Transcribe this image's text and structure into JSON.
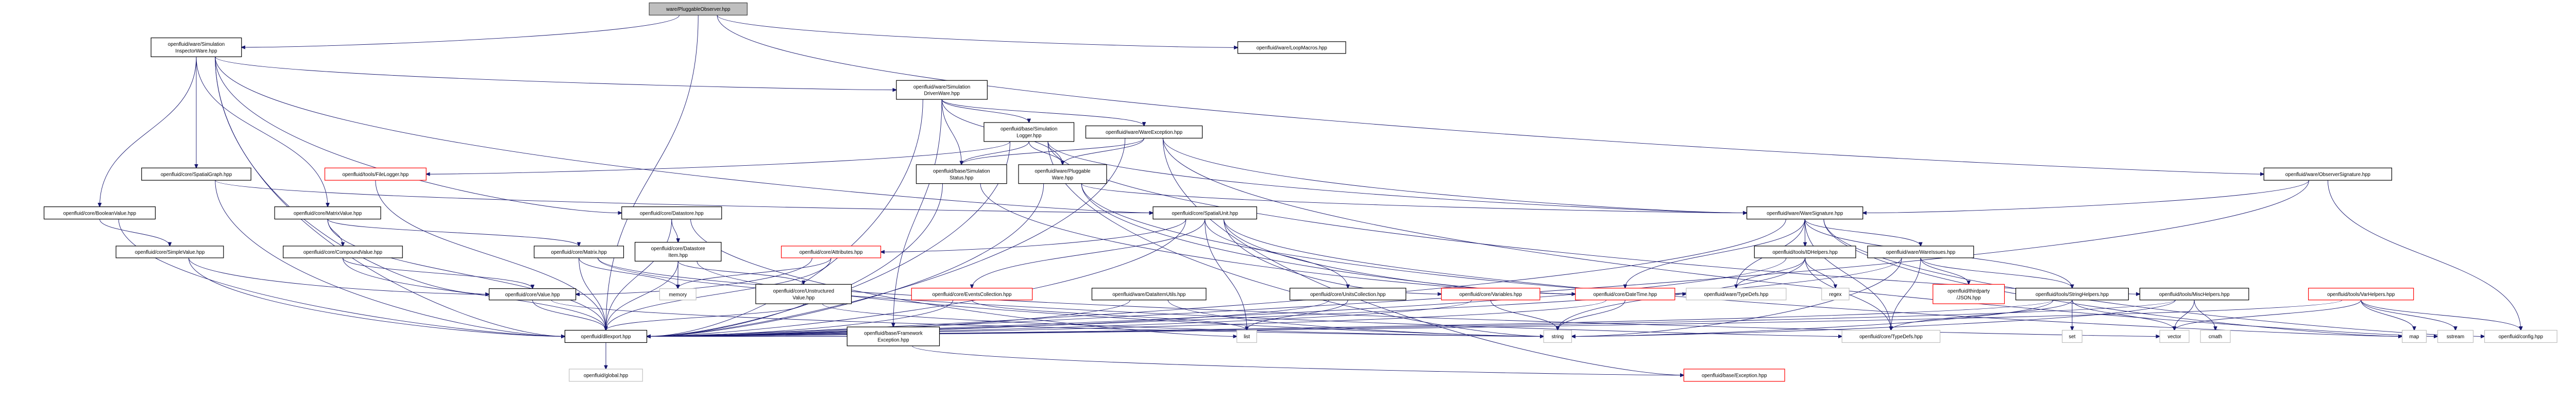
{
  "graph": {
    "colors": {
      "edge": "#191970",
      "root_fill": "#bfbfbf",
      "truncated_border": "#ff0000",
      "external_border": "#bfbfbf",
      "normal_border": "#000000"
    },
    "nodes": [
      {
        "id": "root",
        "lines": [
          "ware/PluggableObserver.hpp"
        ],
        "style": "root"
      },
      {
        "id": "siw",
        "lines": [
          "openfluid/ware/Simulation",
          "InspectorWare.hpp"
        ],
        "style": "normal"
      },
      {
        "id": "loop",
        "lines": [
          "openfluid/ware/LoopMacros.hpp"
        ],
        "style": "normal"
      },
      {
        "id": "sdw",
        "lines": [
          "openfluid/ware/Simulation",
          "DrivenWare.hpp"
        ],
        "style": "normal"
      },
      {
        "id": "slog",
        "lines": [
          "openfluid/base/Simulation",
          "Logger.hpp"
        ],
        "style": "normal"
      },
      {
        "id": "wexc",
        "lines": [
          "openfluid/ware/WareException.hpp"
        ],
        "style": "normal"
      },
      {
        "id": "sstat",
        "lines": [
          "openfluid/base/Simulation",
          "Status.hpp"
        ],
        "style": "normal"
      },
      {
        "id": "pware",
        "lines": [
          "openfluid/ware/Pluggable",
          "Ware.hpp"
        ],
        "style": "normal"
      },
      {
        "id": "osig",
        "lines": [
          "openfluid/ware/ObserverSignature.hpp"
        ],
        "style": "normal"
      },
      {
        "id": "sgraph",
        "lines": [
          "openfluid/core/SpatialGraph.hpp"
        ],
        "style": "normal"
      },
      {
        "id": "flog",
        "lines": [
          "openfluid/tools/FileLogger.hpp"
        ],
        "style": "truncated"
      },
      {
        "id": "bval",
        "lines": [
          "openfluid/core/BooleanValue.hpp"
        ],
        "style": "normal"
      },
      {
        "id": "mval",
        "lines": [
          "openfluid/core/MatrixValue.hpp"
        ],
        "style": "normal"
      },
      {
        "id": "dstore",
        "lines": [
          "openfluid/core/Datastore.hpp"
        ],
        "style": "normal"
      },
      {
        "id": "sunit",
        "lines": [
          "openfluid/core/SpatialUnit.hpp"
        ],
        "style": "normal"
      },
      {
        "id": "wsig",
        "lines": [
          "openfluid/ware/WareSignature.hpp"
        ],
        "style": "normal"
      },
      {
        "id": "sval",
        "lines": [
          "openfluid/core/SimpleValue.hpp"
        ],
        "style": "normal"
      },
      {
        "id": "cval",
        "lines": [
          "openfluid/core/CompoundValue.hpp"
        ],
        "style": "normal"
      },
      {
        "id": "matrix",
        "lines": [
          "openfluid/core/Matrix.hpp"
        ],
        "style": "normal"
      },
      {
        "id": "dsitem",
        "lines": [
          "openfluid/core/Datastore",
          "Item.hpp"
        ],
        "style": "normal"
      },
      {
        "id": "attr",
        "lines": [
          "openfluid/core/Attributes.hpp"
        ],
        "style": "truncated"
      },
      {
        "id": "idh",
        "lines": [
          "openfluid/tools/IDHelpers.hpp"
        ],
        "style": "normal"
      },
      {
        "id": "wiss",
        "lines": [
          "openfluid/ware/WareIssues.hpp"
        ],
        "style": "normal"
      },
      {
        "id": "value",
        "lines": [
          "openfluid/core/Value.hpp"
        ],
        "style": "normal"
      },
      {
        "id": "memory",
        "lines": [
          "memory"
        ],
        "style": "external"
      },
      {
        "id": "uval",
        "lines": [
          "openfluid/core/Unstructured",
          "Value.hpp"
        ],
        "style": "normal"
      },
      {
        "id": "evcol",
        "lines": [
          "openfluid/core/EventsCollection.hpp"
        ],
        "style": "truncated"
      },
      {
        "id": "diu",
        "lines": [
          "openfluid/ware/DataItemUtils.hpp"
        ],
        "style": "normal"
      },
      {
        "id": "ucol",
        "lines": [
          "openfluid/core/UnitsCollection.hpp"
        ],
        "style": "normal"
      },
      {
        "id": "vars",
        "lines": [
          "openfluid/core/Variables.hpp"
        ],
        "style": "truncated"
      },
      {
        "id": "dtime",
        "lines": [
          "openfluid/core/DateTime.hpp"
        ],
        "style": "truncated"
      },
      {
        "id": "wtd",
        "lines": [
          "openfluid/ware/TypeDefs.hpp"
        ],
        "style": "external"
      },
      {
        "id": "regex",
        "lines": [
          "regex"
        ],
        "style": "external"
      },
      {
        "id": "json",
        "lines": [
          "openfluid/thirdparty",
          "/JSON.hpp"
        ],
        "style": "truncated"
      },
      {
        "id": "strh",
        "lines": [
          "openfluid/tools/StringHelpers.hpp"
        ],
        "style": "normal"
      },
      {
        "id": "misch",
        "lines": [
          "openfluid/tools/MiscHelpers.hpp"
        ],
        "style": "normal"
      },
      {
        "id": "varh",
        "lines": [
          "openfluid/tools/VarHelpers.hpp"
        ],
        "style": "truncated"
      },
      {
        "id": "dll",
        "lines": [
          "openfluid/dllexport.hpp"
        ],
        "style": "normal"
      },
      {
        "id": "fexc",
        "lines": [
          "openfluid/base/Framework",
          "Exception.hpp"
        ],
        "style": "normal"
      },
      {
        "id": "list",
        "lines": [
          "list"
        ],
        "style": "external"
      },
      {
        "id": "string",
        "lines": [
          "string"
        ],
        "style": "external"
      },
      {
        "id": "ctd",
        "lines": [
          "openfluid/core/TypeDefs.hpp"
        ],
        "style": "external"
      },
      {
        "id": "set",
        "lines": [
          "set"
        ],
        "style": "external"
      },
      {
        "id": "vector",
        "lines": [
          "vector"
        ],
        "style": "external"
      },
      {
        "id": "cmath",
        "lines": [
          "cmath"
        ],
        "style": "external"
      },
      {
        "id": "map",
        "lines": [
          "map"
        ],
        "style": "external"
      },
      {
        "id": "sstream",
        "lines": [
          "sstream"
        ],
        "style": "external"
      },
      {
        "id": "config",
        "lines": [
          "openfluid/config.hpp"
        ],
        "style": "external"
      },
      {
        "id": "global",
        "lines": [
          "openfluid/global.hpp"
        ],
        "style": "external"
      },
      {
        "id": "bexc",
        "lines": [
          "openfluid/base/Exception.hpp"
        ],
        "style": "truncated"
      }
    ],
    "edges": [
      [
        "root",
        "siw"
      ],
      [
        "root",
        "loop"
      ],
      [
        "root",
        "osig"
      ],
      [
        "root",
        "dll"
      ],
      [
        "siw",
        "sdw"
      ],
      [
        "siw",
        "sgraph"
      ],
      [
        "siw",
        "bval"
      ],
      [
        "siw",
        "mval"
      ],
      [
        "siw",
        "dstore"
      ],
      [
        "siw",
        "dll"
      ],
      [
        "siw",
        "sunit"
      ],
      [
        "siw",
        "value"
      ],
      [
        "sdw",
        "slog"
      ],
      [
        "sdw",
        "wexc"
      ],
      [
        "sdw",
        "sstat"
      ],
      [
        "sdw",
        "pware"
      ],
      [
        "sdw",
        "fexc"
      ],
      [
        "sdw",
        "dll"
      ],
      [
        "slog",
        "flog"
      ],
      [
        "slog",
        "sstat"
      ],
      [
        "slog",
        "pware"
      ],
      [
        "slog",
        "dll"
      ],
      [
        "slog",
        "string"
      ],
      [
        "slog",
        "misch"
      ],
      [
        "slog",
        "wsig"
      ],
      [
        "wexc",
        "sstat"
      ],
      [
        "wexc",
        "pware"
      ],
      [
        "wexc",
        "wsig"
      ],
      [
        "wexc",
        "bexc"
      ],
      [
        "wexc",
        "dll"
      ],
      [
        "wexc",
        "sstream"
      ],
      [
        "sstat",
        "dll"
      ],
      [
        "sstat",
        "dtime"
      ],
      [
        "pware",
        "wsig"
      ],
      [
        "pware",
        "dll"
      ],
      [
        "pware",
        "dtime"
      ],
      [
        "pware",
        "wtd"
      ],
      [
        "osig",
        "wsig"
      ],
      [
        "osig",
        "dll"
      ],
      [
        "osig",
        "config"
      ],
      [
        "sgraph",
        "sunit"
      ],
      [
        "sgraph",
        "dll"
      ],
      [
        "flog",
        "dll"
      ],
      [
        "bval",
        "sval"
      ],
      [
        "bval",
        "dll"
      ],
      [
        "mval",
        "cval"
      ],
      [
        "mval",
        "matrix"
      ],
      [
        "mval",
        "dll"
      ],
      [
        "dstore",
        "dsitem"
      ],
      [
        "dstore",
        "dll"
      ],
      [
        "dstore",
        "list"
      ],
      [
        "sunit",
        "attr"
      ],
      [
        "sunit",
        "evcol"
      ],
      [
        "sunit",
        "ucol"
      ],
      [
        "sunit",
        "vars"
      ],
      [
        "sunit",
        "dtime"
      ],
      [
        "sunit",
        "list"
      ],
      [
        "sunit",
        "map"
      ],
      [
        "sunit",
        "dll"
      ],
      [
        "wsig",
        "idh"
      ],
      [
        "wsig",
        "wiss"
      ],
      [
        "wsig",
        "wtd"
      ],
      [
        "wsig",
        "strh"
      ],
      [
        "wsig",
        "dtime"
      ],
      [
        "wsig",
        "dll"
      ],
      [
        "wsig",
        "config"
      ],
      [
        "wsig",
        "map"
      ],
      [
        "wsig",
        "ctd"
      ],
      [
        "sval",
        "value"
      ],
      [
        "sval",
        "dll"
      ],
      [
        "cval",
        "value"
      ],
      [
        "cval",
        "dll"
      ],
      [
        "matrix",
        "dll"
      ],
      [
        "matrix",
        "memory"
      ],
      [
        "matrix",
        "ctd"
      ],
      [
        "matrix",
        "vector"
      ],
      [
        "dsitem",
        "dll"
      ],
      [
        "dsitem",
        "memory"
      ],
      [
        "dsitem",
        "uval"
      ],
      [
        "dsitem",
        "string"
      ],
      [
        "attr",
        "value"
      ],
      [
        "attr",
        "memory"
      ],
      [
        "attr",
        "dll"
      ],
      [
        "idh",
        "wtd"
      ],
      [
        "idh",
        "regex"
      ],
      [
        "idh",
        "ctd"
      ],
      [
        "idh",
        "string"
      ],
      [
        "idh",
        "dll"
      ],
      [
        "wiss",
        "json"
      ],
      [
        "wiss",
        "strh"
      ],
      [
        "wiss",
        "dll"
      ],
      [
        "wiss",
        "string"
      ],
      [
        "wiss",
        "ctd"
      ],
      [
        "value",
        "dll"
      ],
      [
        "value",
        "string"
      ],
      [
        "uval",
        "dll"
      ],
      [
        "uval",
        "string"
      ],
      [
        "evcol",
        "dll"
      ],
      [
        "evcol",
        "list"
      ],
      [
        "diu",
        "dll"
      ],
      [
        "diu",
        "string"
      ],
      [
        "ucol",
        "dll"
      ],
      [
        "ucol",
        "list"
      ],
      [
        "vars",
        "dll"
      ],
      [
        "vars",
        "string"
      ],
      [
        "dtime",
        "string"
      ],
      [
        "dtime",
        "dll"
      ],
      [
        "strh",
        "set"
      ],
      [
        "strh",
        "vector"
      ],
      [
        "strh",
        "ctd"
      ],
      [
        "strh",
        "dll"
      ],
      [
        "strh",
        "string"
      ],
      [
        "misch",
        "vector"
      ],
      [
        "misch",
        "cmath"
      ],
      [
        "misch",
        "string"
      ],
      [
        "misch",
        "dll"
      ],
      [
        "varh",
        "map"
      ],
      [
        "varh",
        "config"
      ],
      [
        "varh",
        "vector"
      ],
      [
        "varh",
        "dll"
      ],
      [
        "varh",
        "sstream"
      ],
      [
        "fexc",
        "bexc"
      ],
      [
        "fexc",
        "dll"
      ],
      [
        "dll",
        "global"
      ]
    ]
  }
}
